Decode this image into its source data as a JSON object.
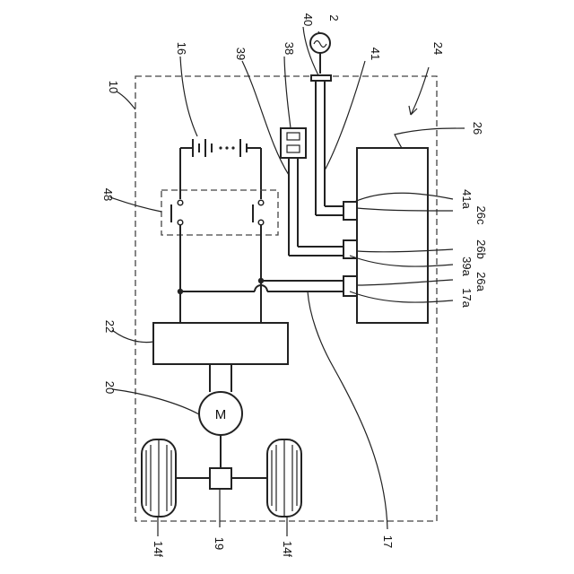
{
  "figure": {
    "motor_symbol": "M",
    "labels": {
      "system": "10",
      "power_source": "2",
      "battery": "16",
      "connector_38": "38",
      "cable_39": "39",
      "sensor_40": "40",
      "cable_41": "41",
      "charger_unit": "24",
      "charger_body": "26",
      "relay": "48",
      "port_41a": "41a",
      "port_26c": "26c",
      "port_26b": "26b",
      "port_39a": "39a",
      "port_26a": "26a",
      "port_17a": "17a",
      "inverter": "22",
      "motor": "20",
      "gearbox": "19",
      "wheel_left": "14f",
      "wheel_right": "14f",
      "cable_17": "17"
    }
  }
}
